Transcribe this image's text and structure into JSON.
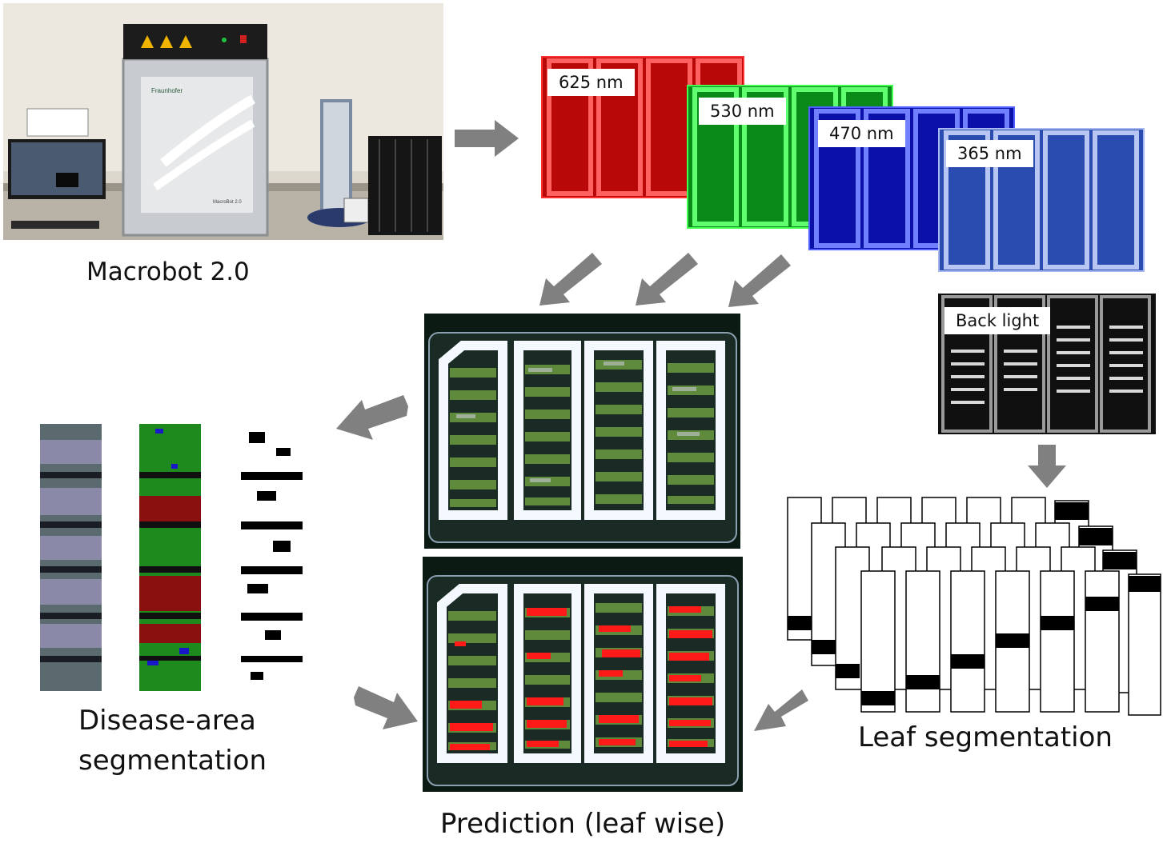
{
  "captions": {
    "machine": "Macrobot 2.0",
    "disease": "Disease-area\nsegmentation",
    "leaf": "Leaf segmentation",
    "prediction": "Prediction (leaf wise)"
  },
  "machine_photo": {
    "brand": "Fraunhofer",
    "model": "MacroBot 2.0"
  },
  "wavelengths": [
    {
      "label": "625 nm",
      "color": "#d01010"
    },
    {
      "label": "530 nm",
      "color": "#10b020"
    },
    {
      "label": "470 nm",
      "color": "#1018d0"
    },
    {
      "label": "365 nm",
      "color": "#3a5fc8"
    }
  ],
  "back_light": {
    "label": "Back light"
  },
  "colors": {
    "arrow": "#808080",
    "disease_red": "#ff1a1a",
    "leaf_green": "#5f8a3c"
  }
}
